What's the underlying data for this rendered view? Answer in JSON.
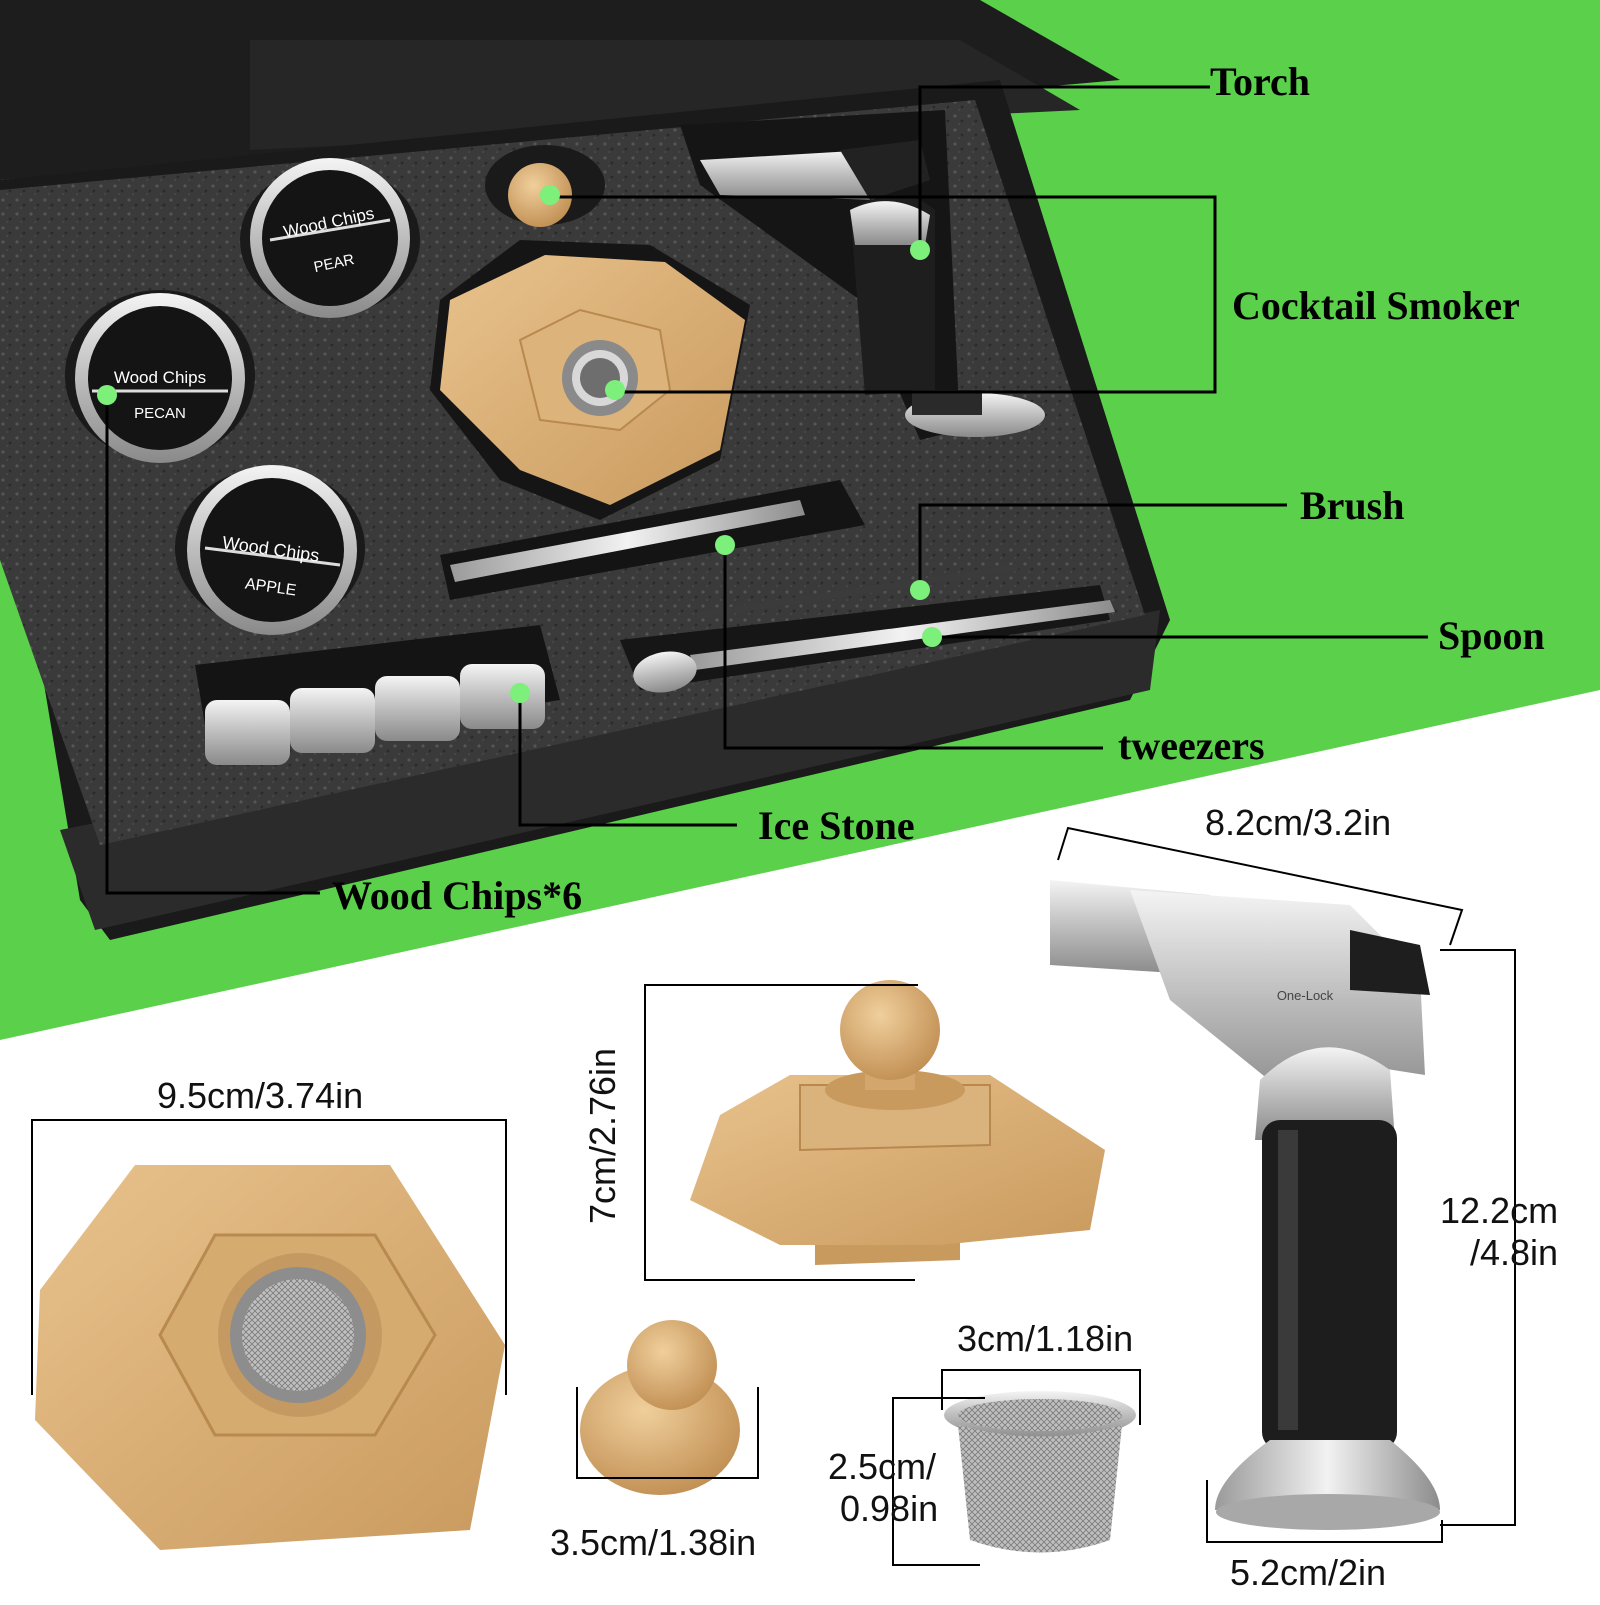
{
  "callouts": {
    "torch": "Torch",
    "cocktail_smoker": "Cocktail Smoker",
    "brush": "Brush",
    "spoon": "Spoon",
    "tweezers": "tweezers",
    "ice_stone": "Ice Stone",
    "wood_chips": "Wood Chips*6"
  },
  "tins": [
    {
      "brand": "Wood Chips",
      "flavor": "PEAR"
    },
    {
      "brand": "Wood Chips",
      "flavor": "PECAN"
    },
    {
      "brand": "Wood Chips",
      "flavor": "APPLE"
    }
  ],
  "torch_marking": "One-Lock",
  "dimensions": {
    "torch_width": "8.2cm/3.2in",
    "torch_height_1": "12.2cm",
    "torch_height_2": "/4.8in",
    "torch_base": "5.2cm/2in",
    "lid_height": "7cm/2.76in",
    "base_width": "9.5cm/3.74in",
    "knob_width": "3.5cm/1.38in",
    "mesh_width": "3cm/1.18in",
    "mesh_height_1": "2.5cm/",
    "mesh_height_2": "0.98in"
  },
  "colors": {
    "green": "#5ad04b",
    "box": "#1c1c1c",
    "foam": "#3a3a3a",
    "wood": "#d9b27c",
    "dot": "#7cf07a"
  }
}
